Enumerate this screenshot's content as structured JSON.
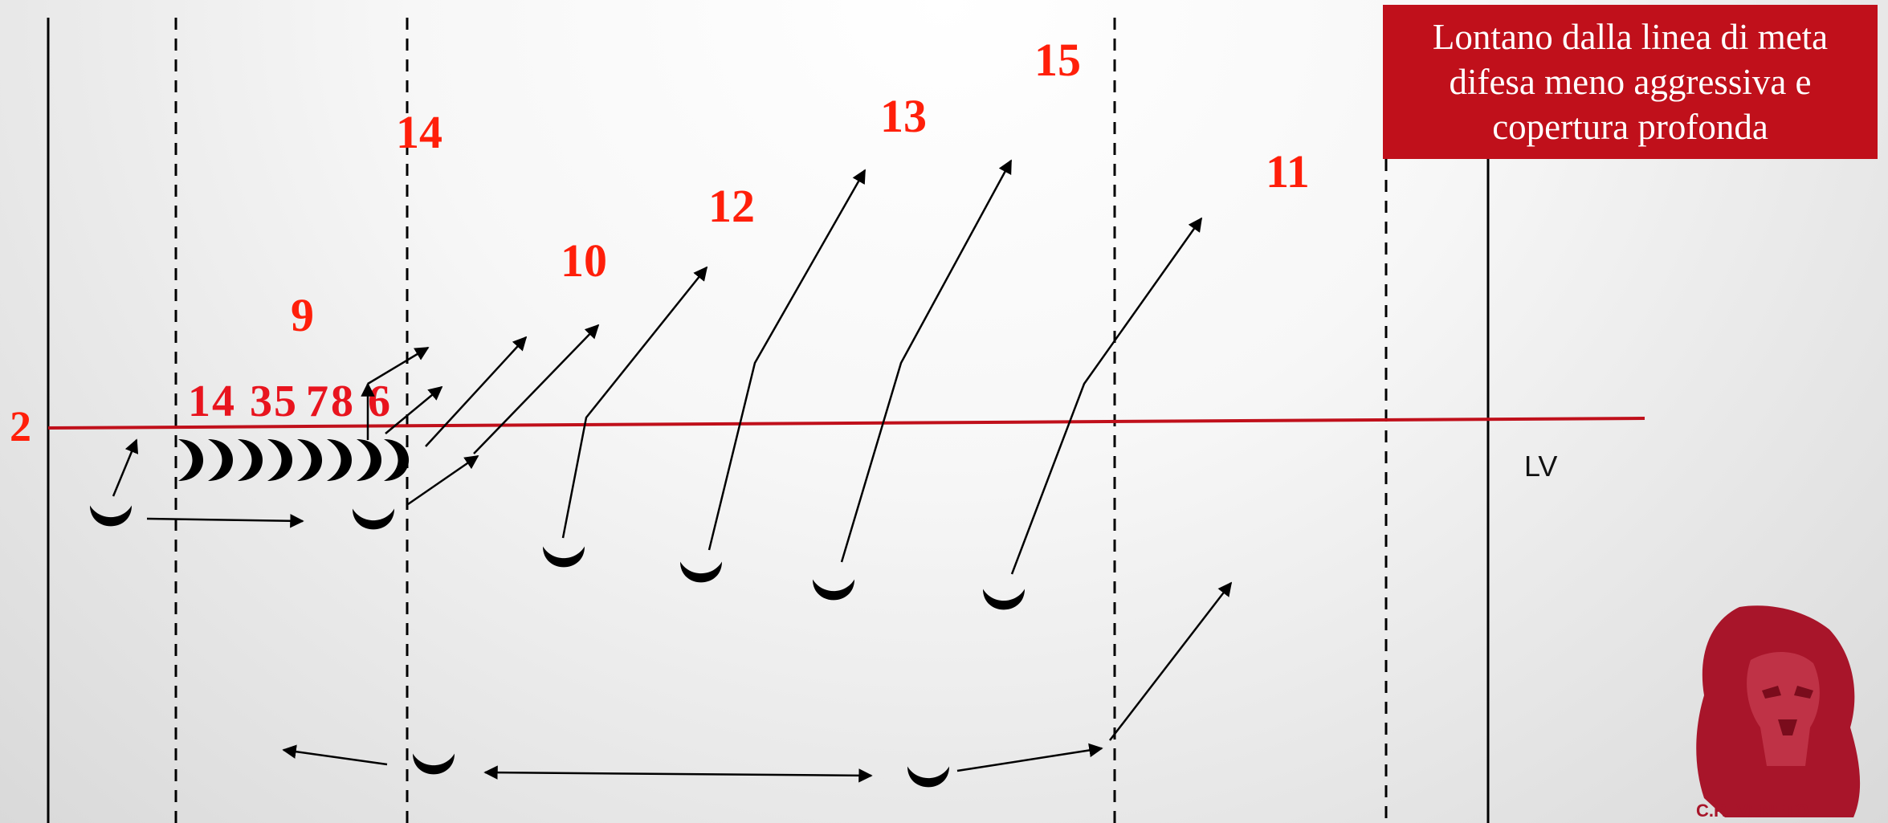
{
  "title": "Lontano dalla linea di meta difesa meno aggressiva e copertura profonda",
  "side_label": "2",
  "lv_label": "LV",
  "logo": {
    "caption": "C.R. VENETO"
  },
  "colors": {
    "accent": "#c0101b",
    "numbers": "#ff1f0a",
    "line": "#c0101b",
    "player": "#000000"
  },
  "pack_numbers": [
    "1",
    "4",
    "3",
    "5",
    "7",
    "8",
    "6"
  ],
  "player_numbers": [
    "9",
    "14",
    "10",
    "12",
    "13",
    "15",
    "11"
  ]
}
